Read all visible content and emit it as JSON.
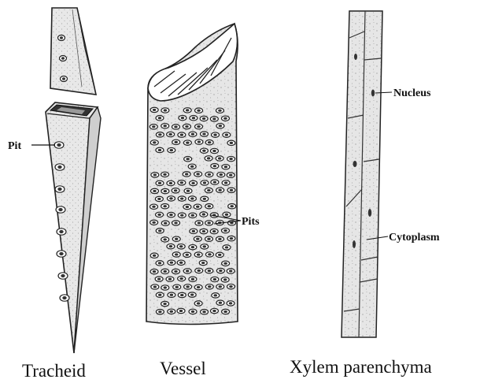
{
  "diagram": {
    "captions": {
      "tracheid": "Tracheid",
      "vessel": "Vessel",
      "parenchyma": "Xylem parenchyma"
    },
    "callouts": {
      "pit": "Pit",
      "pits": "Pits",
      "nucleus": "Nucleus",
      "cytoplasm": "Cytoplasm"
    }
  }
}
